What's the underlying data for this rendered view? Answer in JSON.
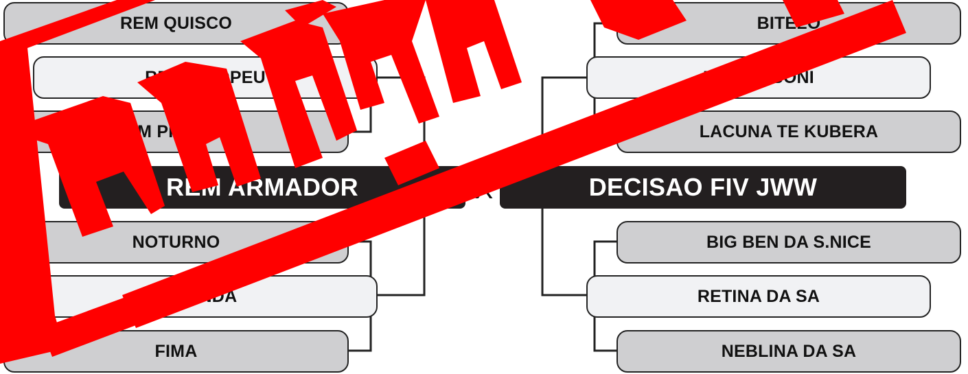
{
  "left": {
    "finalist": "REM ARMADOR",
    "group_top": [
      {
        "label": "REM QUISCO"
      },
      {
        "label": "REM VIXOPEU"
      },
      {
        "label": "REM PIROLINE"
      }
    ],
    "group_bottom": [
      {
        "label": "NOTURNO"
      },
      {
        "label": "RONDA"
      },
      {
        "label": "FIMA"
      }
    ]
  },
  "vs_label": "X",
  "right": {
    "finalist": "DECISAO FIV JWW",
    "group_top": [
      {
        "label": "BITELO"
      },
      {
        "label": "FIV PERBONI"
      },
      {
        "label": "LACUNA TE KUBERA"
      }
    ],
    "group_bottom": [
      {
        "label": "BIG BEN DA S.NICE"
      },
      {
        "label": "RETINA DA SA"
      },
      {
        "label": "NEBLINA DA SA"
      }
    ]
  },
  "colors": {
    "finalist_bg": "#231f20",
    "parent_box_bg": "#cfcfd1",
    "middle_box_bg": "#f1f2f4",
    "stamp": "#ff0000"
  }
}
